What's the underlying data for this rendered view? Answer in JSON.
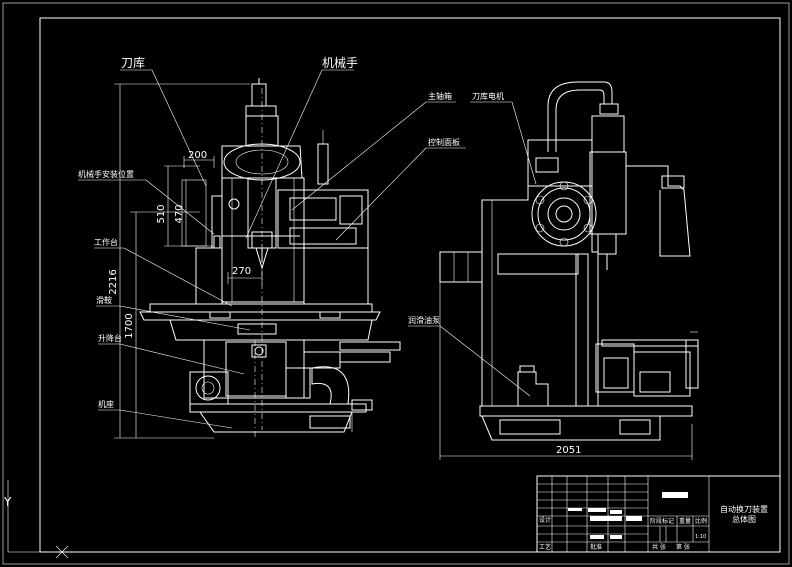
{
  "labels": {
    "tool_magazine": "刀库",
    "manipulator": "机械手",
    "manipulator_mount": "机械手安装位置",
    "worktable": "工作台",
    "slide_saddle": "滑鞍",
    "lifting_table": "升降台",
    "base": "机座",
    "spindle_box": "主轴箱",
    "magazine_motor": "刀库电机",
    "control_panel": "控制面板",
    "lube_pump": "润滑油泵"
  },
  "dimensions": {
    "d200": "200",
    "d510": "510",
    "d470": "470",
    "d270": "270",
    "d2216": "2216",
    "d1700": "1700",
    "d2051": "2051"
  },
  "title_block": {
    "drawing_title_line1": "自动换刀装置",
    "drawing_title_line2": "总体图",
    "stage_mark": "阶段标记",
    "weight": "重量",
    "ratio": "比例",
    "scale_value": "1:10",
    "sheets_total": "共 张",
    "sheet_no": "第 张",
    "design": "设计",
    "process": "工艺",
    "approve": "批准"
  },
  "axis_marker": "Y"
}
